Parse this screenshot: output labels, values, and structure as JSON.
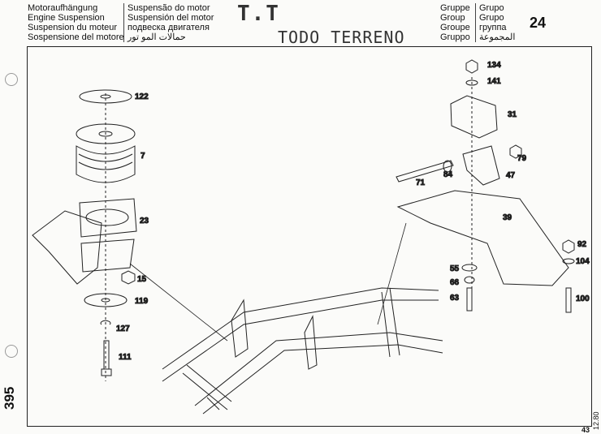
{
  "header": {
    "titles_left": [
      "Motoraufhängung",
      "Engine Suspension",
      "Suspension du moteur",
      "Sospensione del motore"
    ],
    "titles_right": [
      "Suspensão do motor",
      "Suspensión del motor",
      "подвеска двигателя",
      "حمالات المو تور"
    ],
    "group_left": [
      "Gruppe",
      "Group",
      "Groupe",
      "Gruppo"
    ],
    "group_right": [
      "Grupo",
      "Grupo",
      "группа",
      "المجموعة"
    ],
    "group_number": "24",
    "stamp_model": "T.T",
    "stamp_name": "TODO TERRENO"
  },
  "parts": [
    {
      "id": "122"
    },
    {
      "id": "7"
    },
    {
      "id": "23"
    },
    {
      "id": "15"
    },
    {
      "id": "119"
    },
    {
      "id": "127"
    },
    {
      "id": "111"
    },
    {
      "id": "134"
    },
    {
      "id": "141"
    },
    {
      "id": "31"
    },
    {
      "id": "79"
    },
    {
      "id": "47"
    },
    {
      "id": "84"
    },
    {
      "id": "71"
    },
    {
      "id": "39"
    },
    {
      "id": "55"
    },
    {
      "id": "66"
    },
    {
      "id": "63"
    },
    {
      "id": "92"
    },
    {
      "id": "104"
    },
    {
      "id": "100"
    }
  ],
  "footer": {
    "page_side": "395",
    "page_number": "43",
    "date_code": "12.80"
  }
}
